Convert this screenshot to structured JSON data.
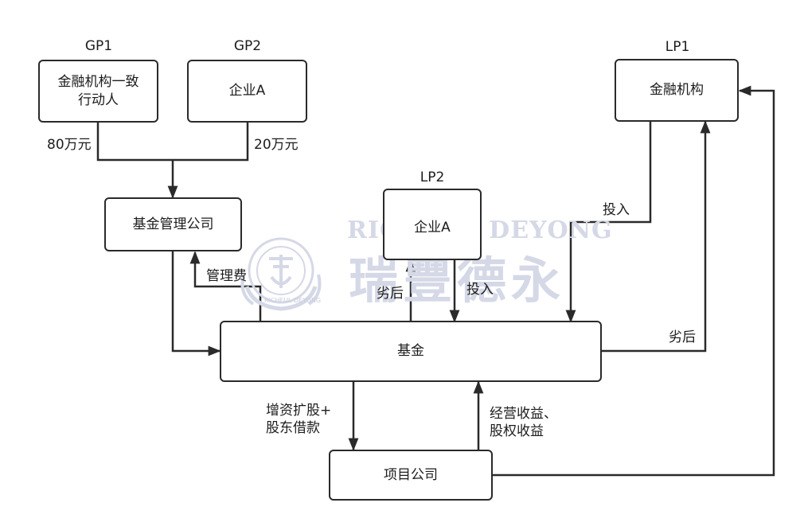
{
  "boxes": {
    "gp1_box": "金融机构一致\n行动人",
    "gp2_box": "企业A",
    "mgmt_box": "基金管理公司",
    "lp2_box": "企业A",
    "lp1_box": "金融机构",
    "fund_box": "基金",
    "project_box": "项目公司"
  },
  "headings": {
    "gp1": "GP1",
    "gp2": "GP2",
    "lp2": "LP2",
    "lp1": "LP1"
  },
  "edge_labels": {
    "gp1_amount": "80万元",
    "gp2_amount": "20万元",
    "mgmt_fee": "管理费",
    "lp2_subordinate": "劣后",
    "lp2_invest": "投入",
    "lp1_invest": "投入",
    "lp1_subordinate": "劣后",
    "capital_increase": "增资扩股+\n股东借款",
    "operating_income": "经营收益、\n股权收益"
  },
  "watermark": {
    "english": "RICHFUL DEYONG",
    "chinese": "瑞豐德永",
    "seal_text": "RICHFUL DEYONG"
  }
}
